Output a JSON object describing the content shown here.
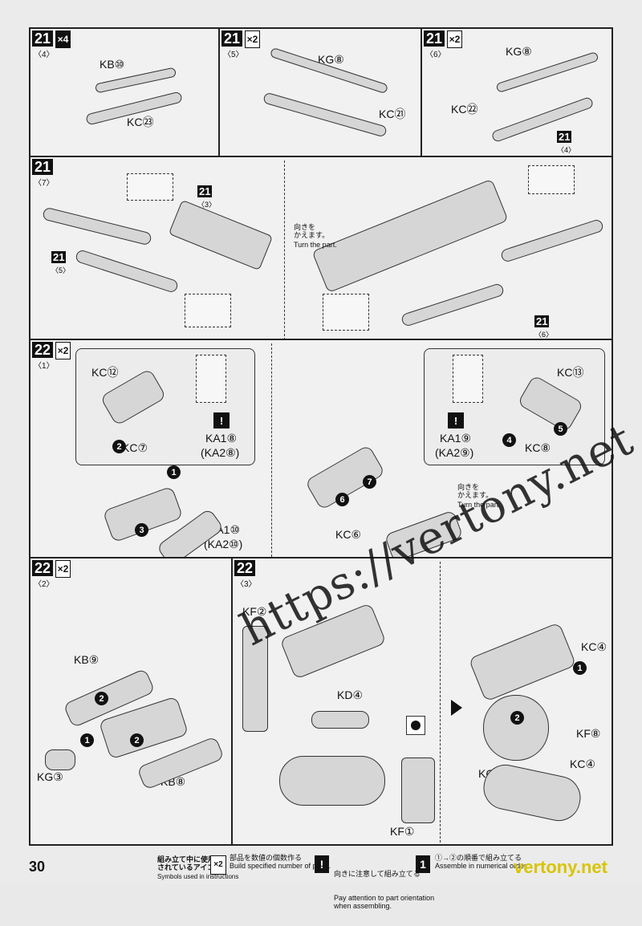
{
  "page_number": "30",
  "watermark": "https://vertony.net",
  "watermark_bottom": "vertony.net",
  "steps": {
    "s21_4": {
      "num": "21",
      "sub": "〈4〉",
      "mult": "×4",
      "labels": {
        "a": "KB⑩",
        "b": "KC㉓"
      }
    },
    "s21_5": {
      "num": "21",
      "sub": "〈5〉",
      "mult": "×2",
      "labels": {
        "a": "KG⑧",
        "b": "KC㉑"
      }
    },
    "s21_6": {
      "num": "21",
      "sub": "〈6〉",
      "mult": "×2",
      "labels": {
        "a": "KG⑧",
        "b": "KC㉒",
        "ref": "21",
        "ref_sub": "〈4〉"
      }
    },
    "s21_7": {
      "num": "21",
      "sub": "〈7〉",
      "ref3": "21",
      "ref3_sub": "〈3〉",
      "ref5": "21",
      "ref5_sub": "〈5〉",
      "ref6": "21",
      "ref6_sub": "〈6〉",
      "turn_jp": "向きを\nかえます。",
      "turn_en": "Turn the part."
    },
    "s22_1": {
      "num": "22",
      "sub": "〈1〉",
      "mult": "×2",
      "labels": {
        "kc12": "KC⑫",
        "kc7": "KC⑦",
        "ka1_8": "KA1⑧",
        "ka2_8": "(KA2⑧)",
        "ka1_10": "KA1⑩",
        "ka2_10": "(KA2⑩)",
        "kc6": "KC⑥",
        "kc13": "KC⑬",
        "kc8": "KC⑧",
        "ka1_9": "KA1⑨",
        "ka2_9": "(KA2⑨)"
      },
      "turn_jp": "向きを\nかえます。",
      "turn_en": "Turn the part."
    },
    "s22_2": {
      "num": "22",
      "sub": "〈2〉",
      "mult": "×2",
      "labels": {
        "kb9": "KB⑨",
        "kg3": "KG③",
        "kb8": "KB⑧"
      }
    },
    "s22_3": {
      "num": "22",
      "sub": "〈3〉",
      "labels": {
        "kf2": "KF②",
        "kd4": "KD④",
        "kf1": "KF①",
        "kc4a": "KC④",
        "kf8": "KF⑧",
        "kc4b": "KC④",
        "kc3": "KC③"
      }
    }
  },
  "legend": {
    "heading_jp": "組み立て中に使用\nされているアイコン",
    "heading_en": "Symbols used in instructions",
    "item1_jp": "部品を数値の個数作る",
    "item1_en": "Build specified number of parts.",
    "item2_jp": "向きに注意して組み立てる",
    "item2_en": "Pay attention to part orientation\nwhen assembling.",
    "item3_jp": "①→②の順番で組み立てる",
    "item3_en": "Assemble in numerical order",
    "icon1": "×2",
    "icon2": "!",
    "icon3": "1"
  }
}
